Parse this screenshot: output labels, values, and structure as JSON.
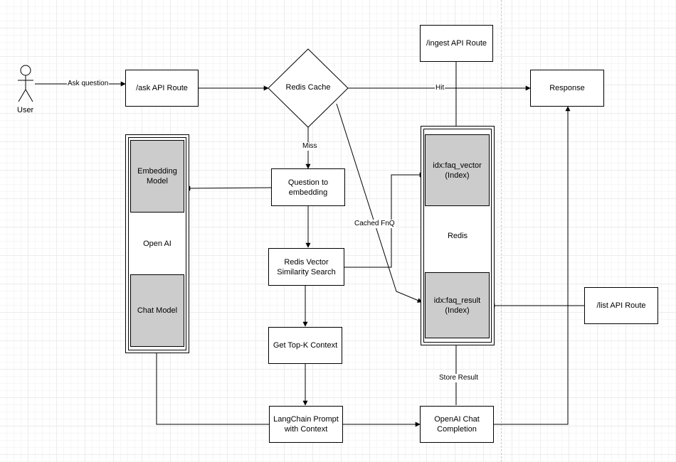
{
  "actor": {
    "label": "User"
  },
  "nodes": {
    "ask_api": "/ask API Route",
    "redis_cache": "Redis Cache",
    "ingest_api": "/ingest API Route",
    "response": "Response",
    "openai_group": "Open AI",
    "embedding_model": "Embedding\nModel",
    "chat_model": "Chat Model",
    "question_to_embedding": "Question to\nembedding",
    "vector_search": "Redis Vector\nSimilarity Search",
    "topk": "Get Top-K Context",
    "langchain_prompt": "LangChain Prompt\nwith Context",
    "openai_completion": "OpenAI Chat\nCompletion",
    "redis_group": "Redis",
    "faq_vector": "idx:faq_vector\n(Index)",
    "faq_result": "idx:faq_result\n(Index)",
    "list_api": "/list API Route"
  },
  "edge_labels": {
    "ask_question": "Ask question",
    "hit": "Hit",
    "miss": "Miss",
    "cached_fnq": "Cached FnQ",
    "store_result": "Store Result"
  }
}
